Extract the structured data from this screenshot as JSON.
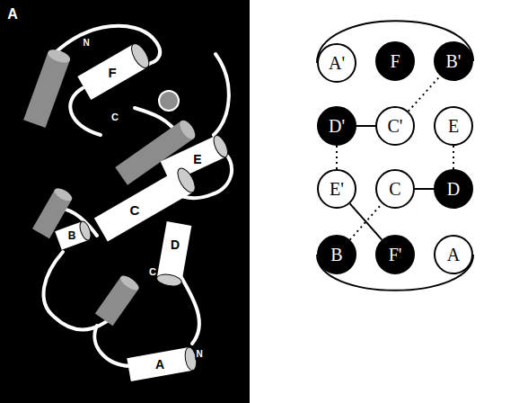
{
  "diagram": {
    "nodes": [
      {
        "text": [
          "A'"
        ]
      },
      {
        "text": [
          "F"
        ]
      },
      {
        "text": [
          "B'"
        ]
      },
      {
        "text": [
          "D'"
        ]
      },
      {
        "text": [
          "C'"
        ]
      },
      {
        "text": [
          "E"
        ]
      },
      {
        "text": [
          "E'"
        ]
      },
      {
        "text": [
          "C"
        ]
      },
      {
        "text": [
          "D"
        ]
      },
      {
        "text": [
          "B"
        ]
      },
      {
        "text": [
          "F'"
        ]
      },
      {
        "text": [
          "A"
        ]
      }
    ],
    "edges": [
      {
        "from": 3,
        "to": 4,
        "arrow": "none"
      },
      {
        "from": 4,
        "to": 2,
        "arrow": "none"
      },
      {
        "from": 5,
        "to": 8,
        "arrow": "none"
      },
      {
        "from": 3,
        "to": 6,
        "arrow": "none"
      },
      {
        "from": 7,
        "to": 8,
        "arrow": "none"
      },
      {
        "from": 6,
        "to": 10,
        "arrow": "none"
      },
      {
        "from": 9,
        "to": 7,
        "arrow": "none"
      }
    ],
    "labels": [
      "A",
      "N",
      "F",
      "C",
      "E",
      "C",
      "D",
      "B",
      "C",
      "A",
      "N"
    ]
  }
}
